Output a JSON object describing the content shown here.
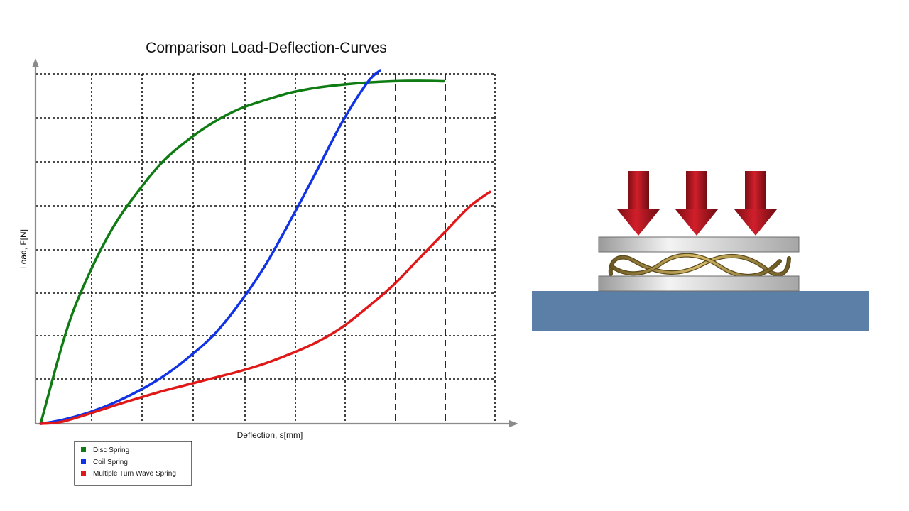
{
  "chart_data": {
    "type": "line",
    "title": "Comparison Load-Deflection-Curves",
    "xlabel": "Deflection, s[mm]",
    "ylabel": "Load, F[N]",
    "xlim": [
      0,
      9
    ],
    "ylim": [
      0,
      8
    ],
    "grid": true,
    "legend_position": "bottom-left",
    "series": [
      {
        "name": "Disc Spring",
        "color": "#0e7c12",
        "x": [
          0.1,
          0.6,
          1.0,
          1.5,
          2.0,
          2.5,
          3.0,
          3.5,
          4.0,
          4.5,
          5.0,
          5.5,
          6.0,
          6.5,
          7.0,
          7.5,
          8.0
        ],
        "y": [
          0.0,
          2.1,
          3.3,
          4.45,
          5.3,
          6.0,
          6.5,
          6.9,
          7.2,
          7.4,
          7.57,
          7.68,
          7.75,
          7.8,
          7.83,
          7.84,
          7.83
        ]
      },
      {
        "name": "Coil Spring",
        "color": "#1033e6",
        "x": [
          0.1,
          0.5,
          1.0,
          1.5,
          2.0,
          2.5,
          3.0,
          3.5,
          4.0,
          4.5,
          5.0,
          5.5,
          6.0,
          6.5,
          6.75
        ],
        "y": [
          0.0,
          0.08,
          0.24,
          0.46,
          0.74,
          1.08,
          1.52,
          2.04,
          2.76,
          3.62,
          4.66,
          5.76,
          6.88,
          7.8,
          8.08
        ]
      },
      {
        "name": "Multiple Turn Wave Spring",
        "color": "#e01818",
        "x": [
          0.1,
          0.5,
          1.0,
          1.5,
          2.0,
          2.5,
          3.0,
          3.5,
          4.0,
          4.5,
          5.0,
          5.5,
          6.0,
          6.5,
          7.0,
          7.5,
          8.0,
          8.5,
          8.9
        ],
        "y": [
          0.0,
          0.04,
          0.21,
          0.4,
          0.58,
          0.75,
          0.9,
          1.05,
          1.2,
          1.38,
          1.6,
          1.86,
          2.2,
          2.66,
          3.16,
          3.76,
          4.36,
          4.96,
          5.3
        ]
      }
    ]
  },
  "illustration": {
    "name": "multiple-turn-wave-spring-under-load",
    "colors": {
      "arrow": "#b3131e",
      "plate": "#d9d9d9",
      "spring": "#b7943c",
      "base": "#5b7fa6"
    }
  }
}
